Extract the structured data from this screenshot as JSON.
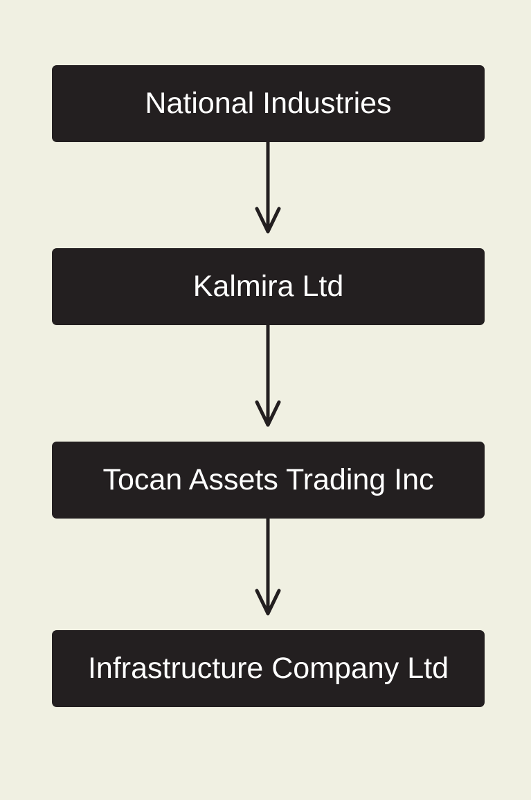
{
  "flowchart": {
    "background": "#f0f0e2",
    "box_color": "#231f20",
    "text_color": "#ffffff",
    "nodes": [
      {
        "label": "National Industries"
      },
      {
        "label": "Kalmira Ltd"
      },
      {
        "label": "Tocan Assets Trading Inc"
      },
      {
        "label": "Infrastructure Company Ltd"
      }
    ],
    "edges": [
      {
        "from": "National Industries",
        "to": "Kalmira Ltd"
      },
      {
        "from": "Kalmira Ltd",
        "to": "Tocan Assets Trading Inc"
      },
      {
        "from": "Tocan Assets Trading Inc",
        "to": "Infrastructure Company Ltd"
      }
    ]
  }
}
